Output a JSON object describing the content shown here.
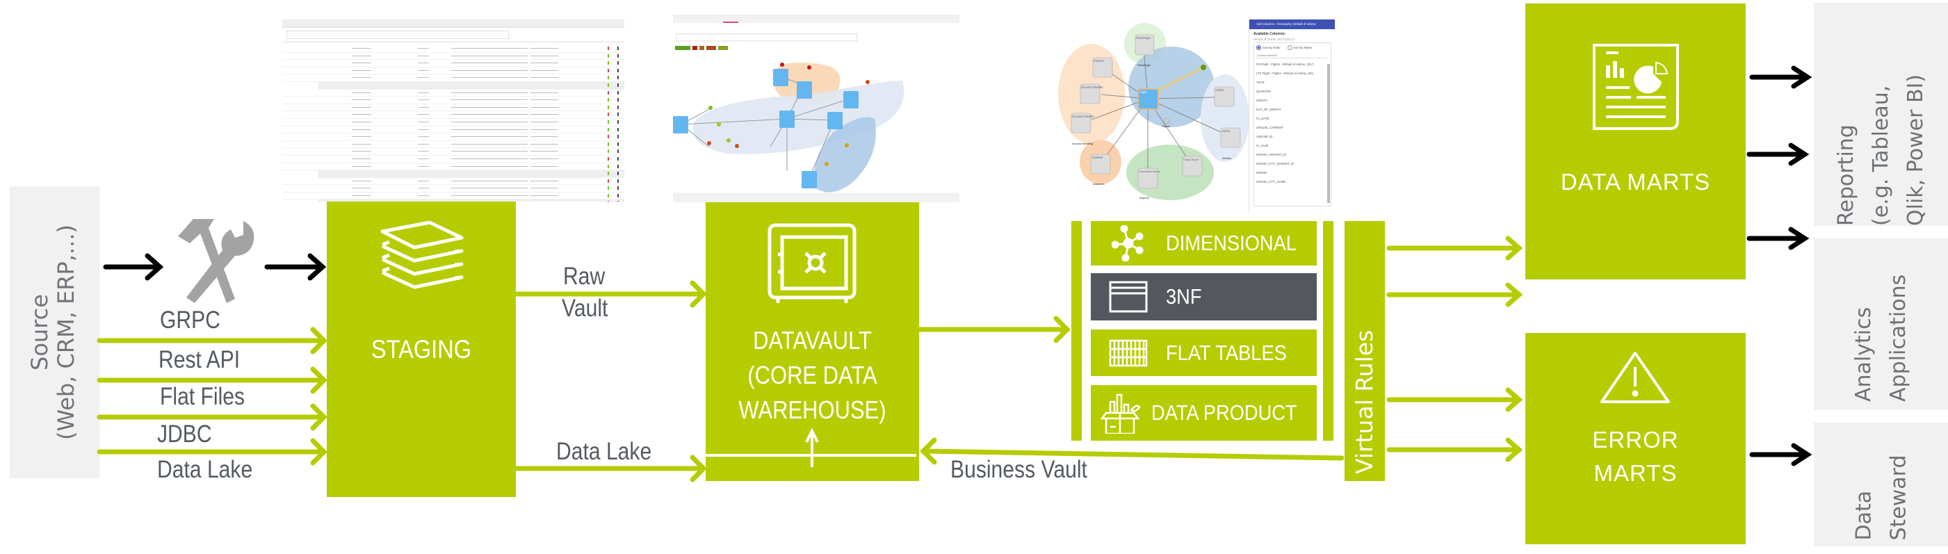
{
  "colors": {
    "accent": "#b5cc00",
    "dark": "#54585e",
    "text": "#545a61",
    "panel": "#f1f1f1",
    "arrow": "#000000"
  },
  "source": {
    "line1": "Source",
    "line2": "(Web, CRM, ERP,...)"
  },
  "inputs": [
    {
      "label": "GRPC"
    },
    {
      "label": "Rest API"
    },
    {
      "label": "Flat Files"
    },
    {
      "label": "JDBC"
    },
    {
      "label": "Data Lake"
    }
  ],
  "staging": {
    "title": "STAGING",
    "icon": "layers-icon"
  },
  "flows": {
    "raw_vault_1": "Raw",
    "raw_vault_2": "Vault",
    "data_lake": "Data Lake",
    "business_vault": "Business Vault"
  },
  "datavault": {
    "line1": "DATAVAULT",
    "line2": "(CORE DATA",
    "line3": "WAREHOUSE)",
    "icon": "safe-icon"
  },
  "layers": [
    {
      "label": "DIMENSIONAL",
      "icon": "network-icon",
      "highlighted": false
    },
    {
      "label": "3NF",
      "icon": "window-icon",
      "highlighted": true
    },
    {
      "label": "FLAT TABLES",
      "icon": "grid-table-icon",
      "highlighted": false
    },
    {
      "label": "DATA PRODUCT",
      "icon": "data-product-icon",
      "highlighted": false
    }
  ],
  "virtual_rules": "Virtual Rules",
  "data_marts": {
    "title": "DATA MARTS",
    "icon": "report-icon"
  },
  "error_marts": {
    "line1": "ERROR",
    "line2": "MARTS",
    "icon": "warning-icon"
  },
  "consumers": [
    {
      "line1": "Reporting",
      "line2": "(e.g. Tableau,",
      "line3": "Qlik, Power BI)"
    },
    {
      "line1": "Analytics",
      "line2": "Applications"
    },
    {
      "line1": "Data",
      "line2": "Steward"
    }
  ],
  "screenshot_model": {
    "nodes": [
      "Passenger",
      "Caterer",
      "Ground Handler",
      "Ground Handler",
      "Flight",
      "Airline",
      "Airline",
      "Airplane",
      "Destination Airport",
      "Origin Airport"
    ],
    "groups": [
      "Passenger",
      "Ground Handling",
      "Airlines",
      "Airplanes",
      "Airports",
      "Flights"
    ],
    "panel": {
      "header": "Add Columns - Granularity: Default of ontime",
      "available": "Available Columns:",
      "subtitle": "Default of ontime_20171221-27",
      "sort_order": "Sort by Order",
      "sort_name": "Sort by Name",
      "search_placeholder": "Column Name/ID",
      "columns": [
        "PS Flight - Flights - Default of ontime_2017...",
        "LTS Flight - Flights - Default of ontime_201...",
        "YEAR",
        "QUARTER",
        "MONTH",
        "DAY_OF_MONTH",
        "FL_DATE",
        "UNIQUE_CARRIER",
        "AIRLINE_ID",
        "FL_NUM",
        "ORIGIN_AIRPORT_ID",
        "ORIGIN_CITY_MARKET_ID",
        "ORIGIN",
        "ORIGIN_CITY_NAME"
      ]
    }
  }
}
